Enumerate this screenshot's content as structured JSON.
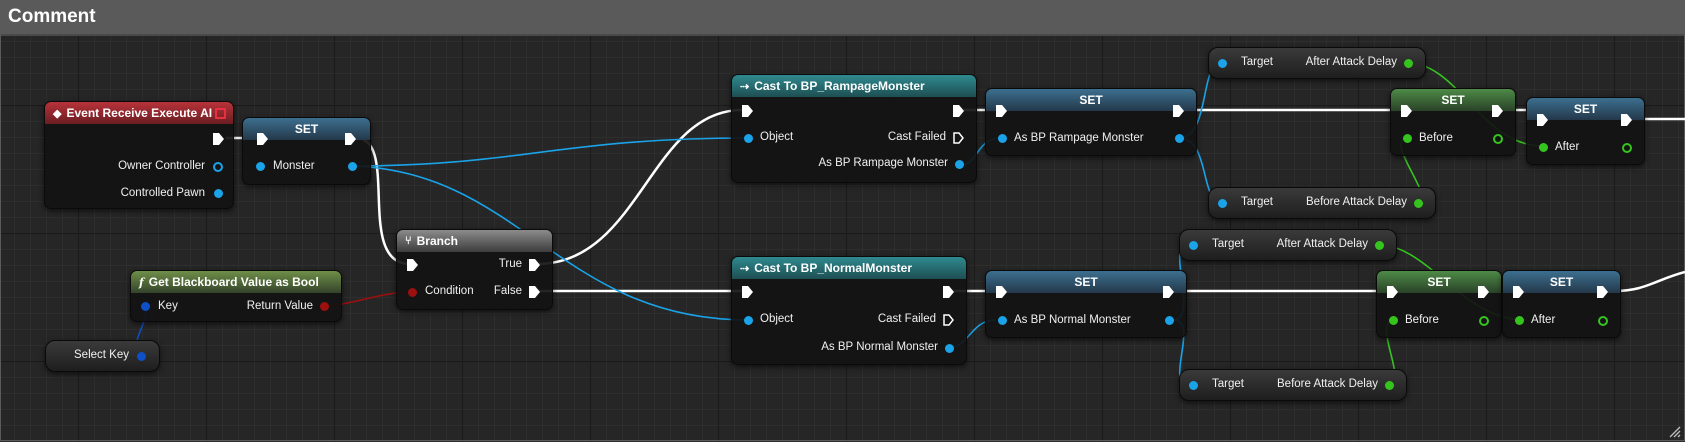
{
  "comment": {
    "title": "Comment"
  },
  "nodes": {
    "event": {
      "title": "Event Receive Execute AI",
      "pins": [
        "Owner Controller",
        "Controlled Pawn"
      ]
    },
    "set_monster": {
      "title": "SET",
      "pin": "Monster"
    },
    "branch": {
      "title": "Branch",
      "condition": "Condition",
      "true_label": "True",
      "false_label": "False"
    },
    "get_bb": {
      "title": "Get Blackboard Value as Bool",
      "key": "Key",
      "return": "Return Value"
    },
    "select_key": {
      "title": "Select Key"
    },
    "cast_rampage": {
      "title": "Cast To BP_RampageMonster",
      "object": "Object",
      "cast_failed": "Cast Failed",
      "as_out": "As BP Rampage Monster"
    },
    "cast_normal": {
      "title": "Cast To BP_NormalMonster",
      "object": "Object",
      "cast_failed": "Cast Failed",
      "as_out": "As BP Normal Monster"
    },
    "set_rampage": {
      "title": "SET",
      "pin": "As BP Rampage Monster"
    },
    "set_normal": {
      "title": "SET",
      "pin": "As BP Normal Monster"
    },
    "rampage_after_delay": {
      "target": "Target",
      "value": "After Attack Delay"
    },
    "rampage_before_delay": {
      "target": "Target",
      "value": "Before Attack Delay"
    },
    "normal_after_delay": {
      "target": "Target",
      "value": "After Attack Delay"
    },
    "normal_before_delay": {
      "target": "Target",
      "value": "Before Attack Delay"
    },
    "set_before_1": {
      "title": "SET",
      "pin": "Before"
    },
    "set_after_1": {
      "title": "SET",
      "pin": "After"
    },
    "set_before_2": {
      "title": "SET",
      "pin": "Before"
    },
    "set_after_2": {
      "title": "SET",
      "pin": "After"
    }
  },
  "colors": {
    "exec_wire": "#ffffff",
    "object_wire": "#1aa3e8",
    "float_wire": "#35c41e",
    "bool_wire": "#9c1010",
    "event_header": "#b8323a",
    "cast_header": "#2f8a8f",
    "set_header": "#3c6f8f",
    "func_header": "#6f8f49"
  }
}
